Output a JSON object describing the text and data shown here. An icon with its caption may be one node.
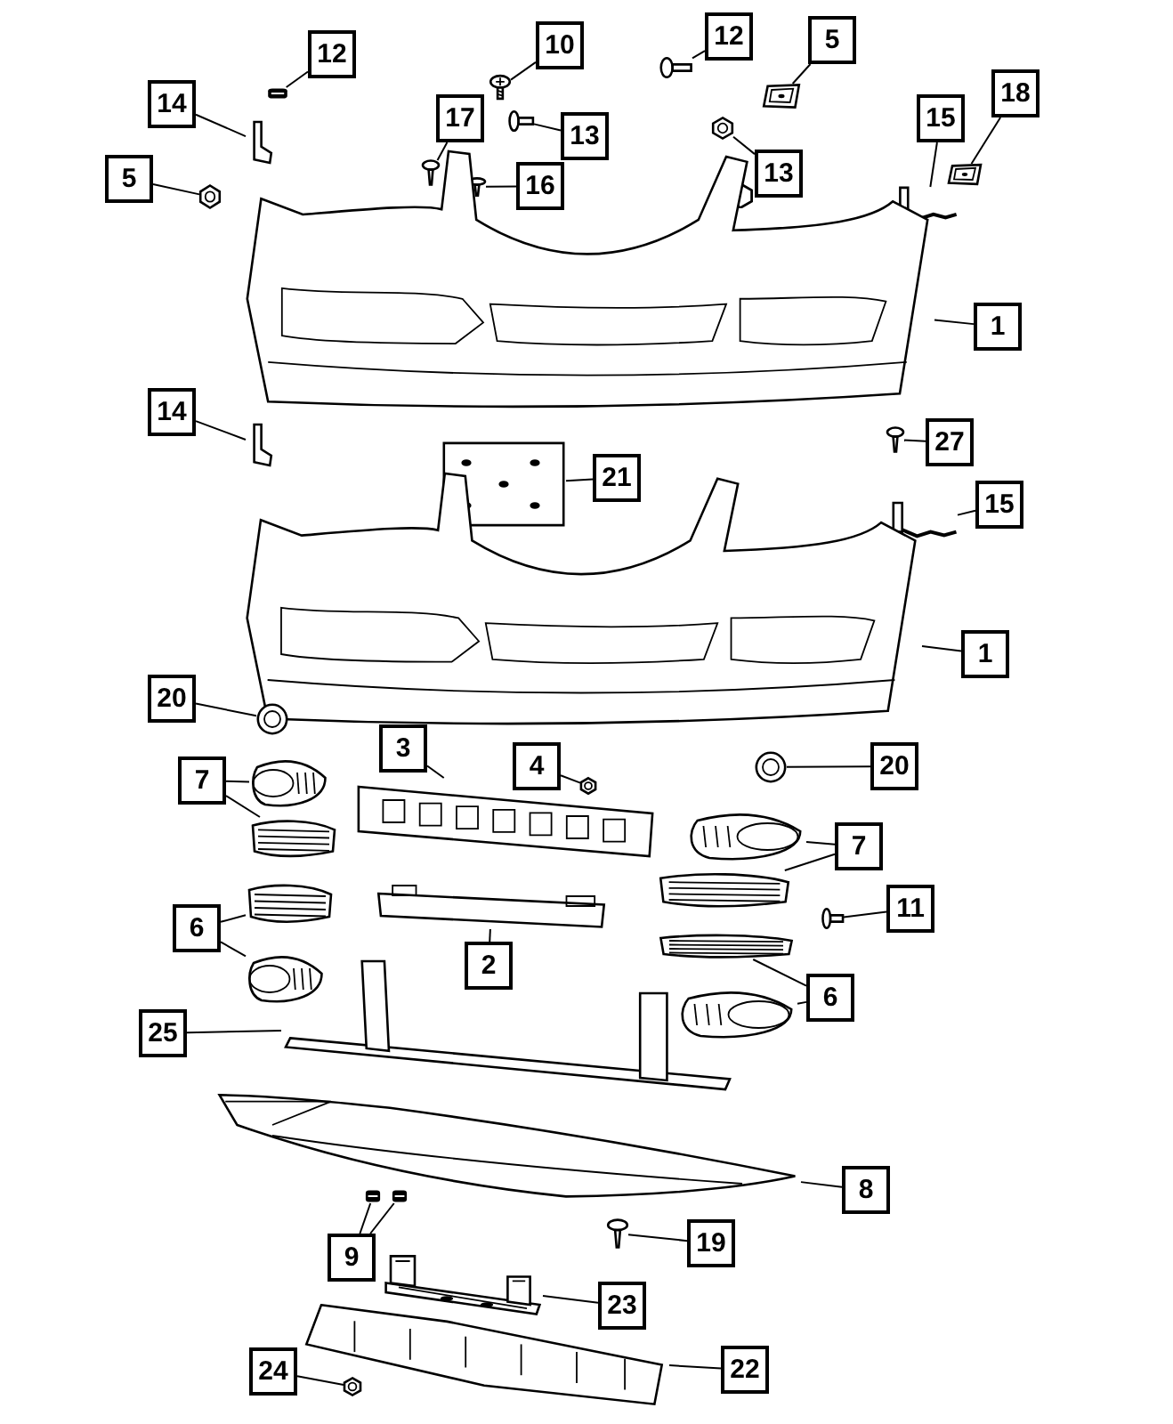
{
  "diagram": {
    "nodes": [
      {
        "text": [
          "12"
        ]
      },
      {
        "text": [
          "10"
        ]
      },
      {
        "text": [
          "12"
        ]
      },
      {
        "text": [
          "5"
        ]
      },
      {
        "text": [
          "14"
        ]
      },
      {
        "text": [
          "17"
        ]
      },
      {
        "text": [
          "13"
        ]
      },
      {
        "text": [
          "15"
        ]
      },
      {
        "text": [
          "18"
        ]
      },
      {
        "text": [
          "5"
        ]
      },
      {
        "text": [
          "16"
        ]
      },
      {
        "text": [
          "13"
        ]
      },
      {
        "text": [
          "1"
        ]
      },
      {
        "text": [
          "14"
        ]
      },
      {
        "text": [
          "27"
        ]
      },
      {
        "text": [
          "21"
        ]
      },
      {
        "text": [
          "15"
        ]
      },
      {
        "text": [
          "1"
        ]
      },
      {
        "text": [
          "20"
        ]
      },
      {
        "text": [
          "3"
        ]
      },
      {
        "text": [
          "4"
        ]
      },
      {
        "text": [
          "20"
        ]
      },
      {
        "text": [
          "7"
        ]
      },
      {
        "text": [
          "7"
        ]
      },
      {
        "text": [
          "11"
        ]
      },
      {
        "text": [
          "6"
        ]
      },
      {
        "text": [
          "2"
        ]
      },
      {
        "text": [
          "6"
        ]
      },
      {
        "text": [
          "25"
        ]
      },
      {
        "text": [
          "8"
        ]
      },
      {
        "text": [
          "9"
        ]
      },
      {
        "text": [
          "19"
        ]
      },
      {
        "text": [
          "23"
        ]
      },
      {
        "text": [
          "24"
        ]
      },
      {
        "text": [
          "22"
        ]
      },
      {
        "text": [],
        "shape": "picture"
      },
      {
        "text": [],
        "shape": "picture"
      },
      {
        "text": [],
        "shape": "picture"
      },
      {
        "text": [],
        "shape": "picture"
      },
      {
        "text": [],
        "shape": "picture"
      },
      {
        "text": [],
        "shape": "picture"
      },
      {
        "text": [],
        "shape": "picture"
      },
      {
        "text": [],
        "shape": "picture"
      },
      {
        "text": [],
        "shape": "picture"
      },
      {
        "text": [],
        "shape": "picture"
      },
      {
        "text": [],
        "shape": "picture"
      },
      {
        "text": [],
        "shape": "picture"
      },
      {
        "text": [],
        "shape": "picture"
      },
      {
        "text": [],
        "shape": "picture"
      },
      {
        "text": [],
        "shape": "picture"
      },
      {
        "text": [],
        "shape": "picture"
      },
      {
        "text": [],
        "shape": "picture"
      },
      {
        "text": [],
        "shape": "picture"
      },
      {
        "text": [],
        "shape": "picture"
      },
      {
        "text": [],
        "shape": "picture"
      },
      {
        "text": [],
        "shape": "picture"
      },
      {
        "text": [],
        "shape": "picture"
      },
      {
        "text": [],
        "shape": "picture"
      },
      {
        "text": [],
        "shape": "picture"
      },
      {
        "text": [],
        "shape": "picture"
      },
      {
        "text": [],
        "shape": "picture"
      },
      {
        "text": [],
        "shape": "picture"
      },
      {
        "text": [],
        "shape": "picture"
      },
      {
        "text": [],
        "shape": "picture"
      },
      {
        "text": [],
        "shape": "picture"
      },
      {
        "text": [],
        "shape": "picture"
      },
      {
        "text": [],
        "shape": "picture"
      },
      {
        "text": [],
        "shape": "picture"
      },
      {
        "text": [],
        "shape": "picture"
      },
      {
        "text": [],
        "shape": "picture"
      },
      {
        "text": [],
        "shape": "picture"
      },
      {
        "text": [],
        "shape": "picture"
      },
      {
        "text": [],
        "shape": "picture"
      },
      {
        "text": [],
        "shape": "picture"
      },
      {
        "text": [],
        "shape": "picture"
      }
    ],
    "edges": [
      {
        "from": 0,
        "to": 35,
        "arrow": "none"
      },
      {
        "from": 1,
        "to": 36,
        "arrow": "none"
      },
      {
        "from": 2,
        "to": 37,
        "arrow": "none"
      },
      {
        "from": 3,
        "to": 38,
        "arrow": "none"
      },
      {
        "from": 4,
        "to": 39,
        "arrow": "none"
      },
      {
        "from": 5,
        "to": 40,
        "arrow": "none"
      },
      {
        "from": 6,
        "to": 41,
        "arrow": "none"
      },
      {
        "from": 7,
        "to": 42,
        "arrow": "none"
      },
      {
        "from": 8,
        "to": 43,
        "arrow": "none"
      },
      {
        "from": 9,
        "to": 44,
        "arrow": "none"
      },
      {
        "from": 10,
        "to": 45,
        "arrow": "none"
      },
      {
        "from": 11,
        "to": 46,
        "arrow": "none"
      },
      {
        "from": 12,
        "to": 47,
        "arrow": "none"
      },
      {
        "from": 13,
        "to": 48,
        "arrow": "none"
      },
      {
        "from": 14,
        "to": 49,
        "arrow": "none"
      },
      {
        "from": 15,
        "to": 50,
        "arrow": "none"
      },
      {
        "from": 16,
        "to": 51,
        "arrow": "none"
      },
      {
        "from": 17,
        "to": 52,
        "arrow": "none"
      },
      {
        "from": 18,
        "to": 53,
        "arrow": "none"
      },
      {
        "from": 19,
        "to": 54,
        "arrow": "none"
      },
      {
        "from": 20,
        "to": 55,
        "arrow": "none"
      },
      {
        "from": 21,
        "to": 56,
        "arrow": "none"
      },
      {
        "from": 22,
        "to": 57,
        "arrow": "none"
      },
      {
        "from": 22,
        "to": 58,
        "arrow": "none"
      },
      {
        "from": 23,
        "to": 59,
        "arrow": "none"
      },
      {
        "from": 23,
        "to": 60,
        "arrow": "none"
      },
      {
        "from": 24,
        "to": 61,
        "arrow": "none"
      },
      {
        "from": 25,
        "to": 62,
        "arrow": "none"
      },
      {
        "from": 25,
        "to": 63,
        "arrow": "none"
      },
      {
        "from": 26,
        "to": 64,
        "arrow": "none"
      },
      {
        "from": 27,
        "to": 65,
        "arrow": "none"
      },
      {
        "from": 27,
        "to": 66,
        "arrow": "none"
      },
      {
        "from": 28,
        "to": 67,
        "arrow": "none"
      },
      {
        "from": 29,
        "to": 68,
        "arrow": "none"
      },
      {
        "from": 30,
        "to": 69,
        "arrow": "none"
      },
      {
        "from": 30,
        "to": 70,
        "arrow": "none"
      },
      {
        "from": 31,
        "to": 71,
        "arrow": "none"
      },
      {
        "from": 32,
        "to": 72,
        "arrow": "none"
      },
      {
        "from": 33,
        "to": 74,
        "arrow": "none"
      },
      {
        "from": 34,
        "to": 73,
        "arrow": "none"
      }
    ]
  }
}
